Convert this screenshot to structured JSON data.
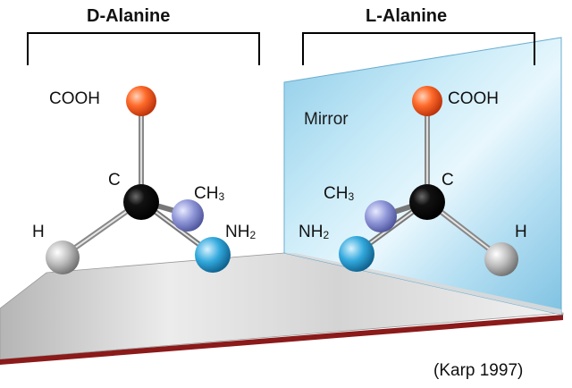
{
  "titles": {
    "left": "D-Alanine",
    "right": "L-Alanine"
  },
  "mirror_label": "Mirror",
  "left_molecule": {
    "center": "C",
    "carboxyl": "COOH",
    "hydrogen": "H",
    "methyl": {
      "base": "CH",
      "sub": "3"
    },
    "amino": {
      "base": "NH",
      "sub": "2"
    }
  },
  "right_molecule": {
    "center": "C",
    "carboxyl": "COOH",
    "hydrogen": "H",
    "methyl": {
      "base": "CH",
      "sub": "3"
    },
    "amino": {
      "base": "NH",
      "sub": "2"
    }
  },
  "citation": "(Karp 1997)",
  "colors": {
    "carbon": "#000000",
    "oxygen_red": "#ff5a1e",
    "hydrogen_gray": "#b8b8b8",
    "methyl_blue": "#8e94d8",
    "amino_cyan": "#2da3d8",
    "mirror_blue": "#a9d9ef",
    "floor": "#d8d8d8",
    "floor_edge": "#8b1a1a"
  }
}
